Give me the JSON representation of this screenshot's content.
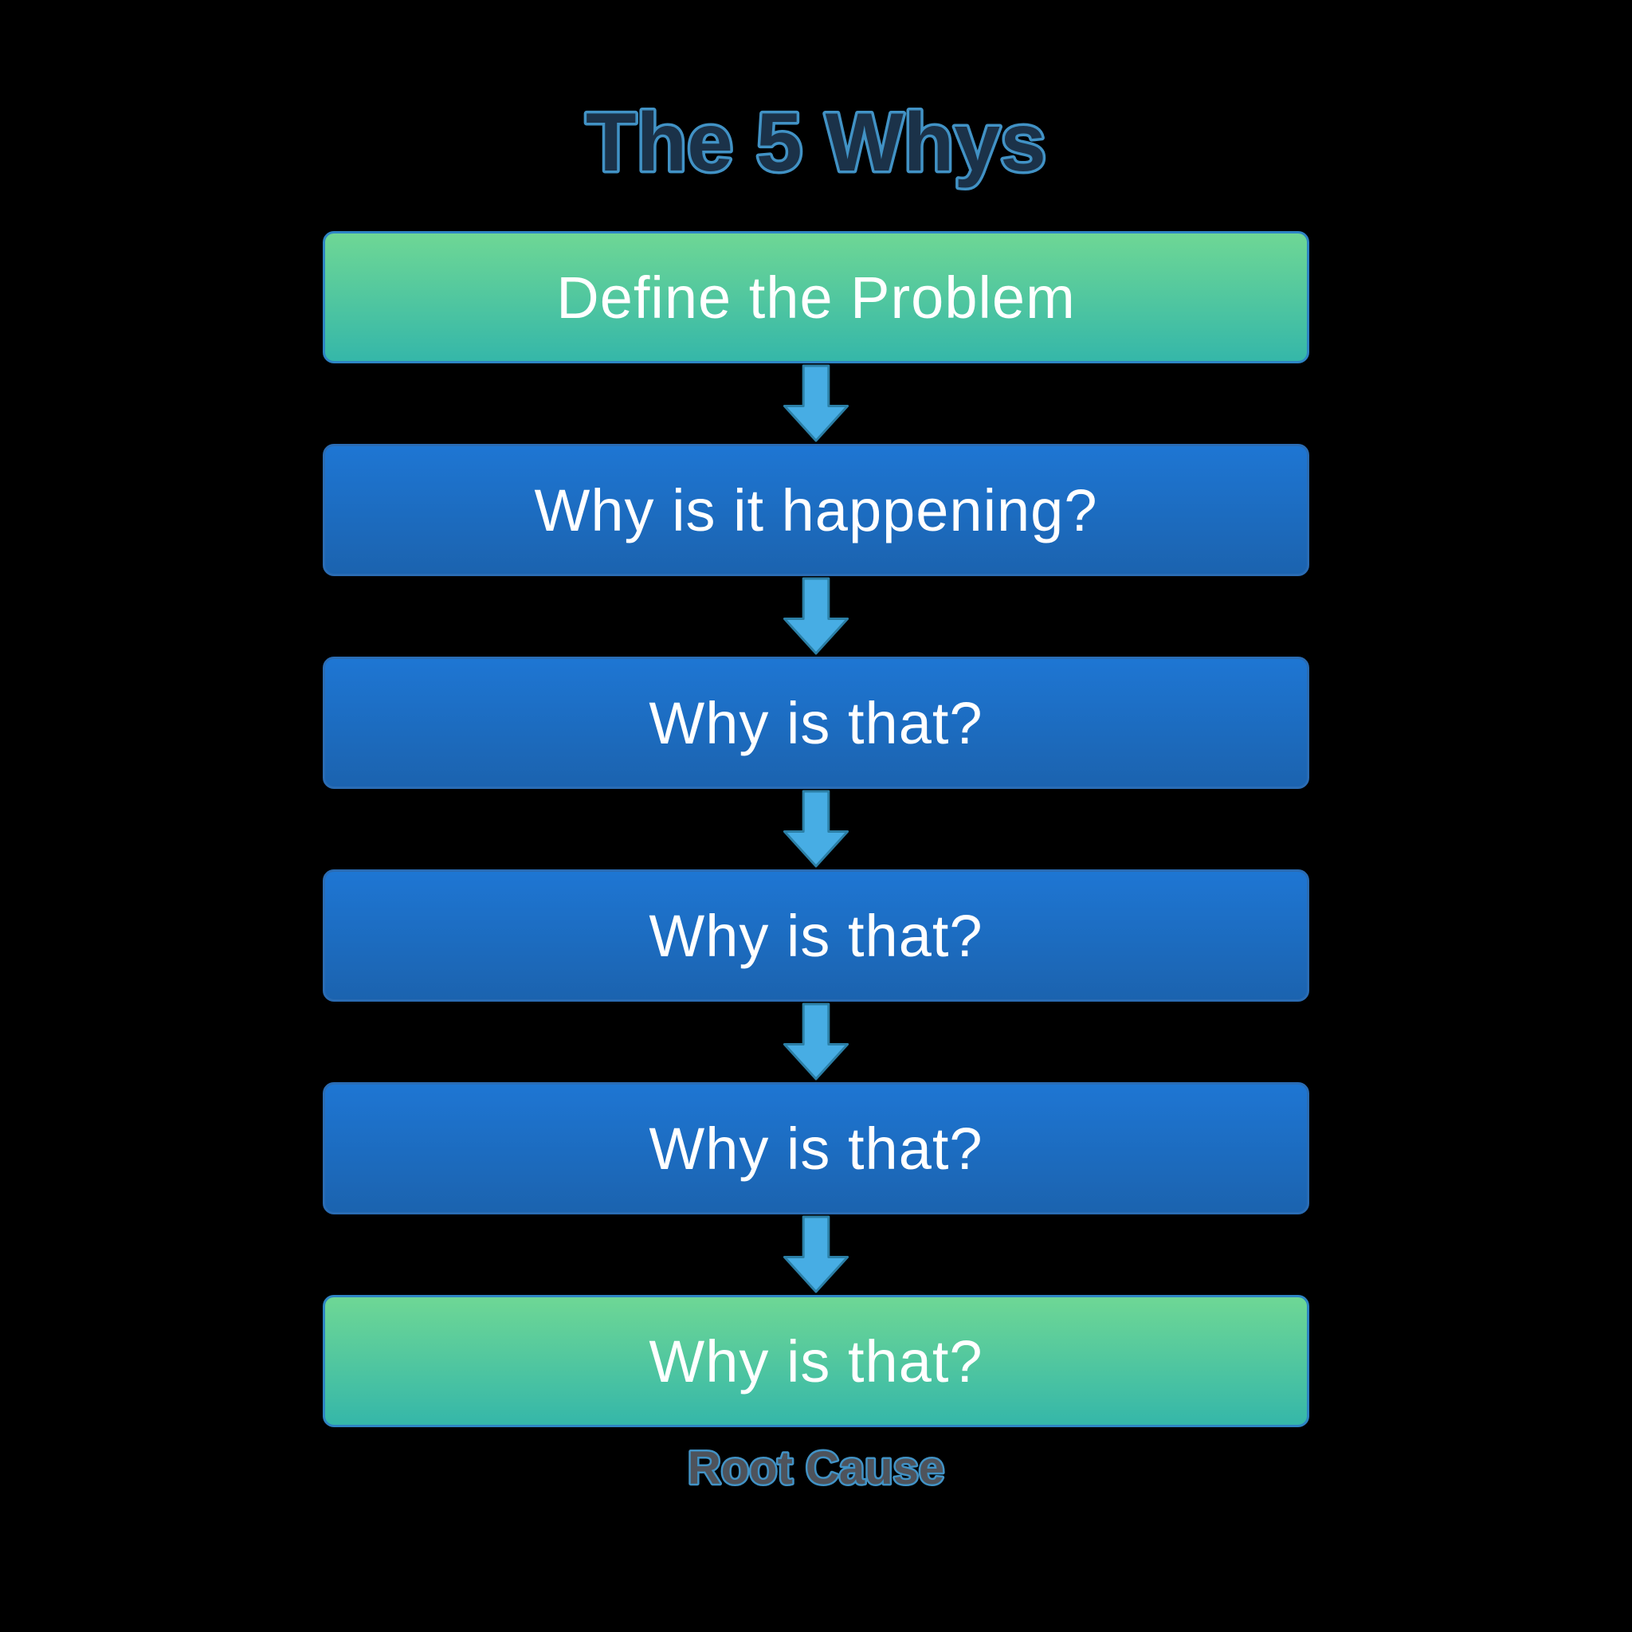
{
  "title": "The 5 Whys",
  "footer": {
    "label": "Root Cause"
  },
  "flow": {
    "steps": [
      {
        "label": "Define the Problem",
        "variant": "green"
      },
      {
        "label": "Why is it happening?",
        "variant": "blue"
      },
      {
        "label": "Why is that?",
        "variant": "blue"
      },
      {
        "label": "Why is that?",
        "variant": "blue"
      },
      {
        "label": "Why is that?",
        "variant": "blue"
      },
      {
        "label": "Why is that?",
        "variant": "green"
      }
    ],
    "arrow_icon": "down-arrow"
  },
  "colors": {
    "background": "#000000",
    "title-fill": "#1b3249",
    "title-stroke": "#4192c5",
    "green-top": "#6ed795",
    "green-bottom": "#35b7a9",
    "blue-top": "#1e76d3",
    "blue-bottom": "#1b63af",
    "box-border-green": "#2e84c4",
    "box-border-blue": "#2a6cb4",
    "arrow-fill": "#47ade4",
    "arrow-stroke": "#2b7fa6",
    "box-text": "#ffffff",
    "footer-fill": "#4e535b",
    "footer-stroke": "#4192c5"
  }
}
